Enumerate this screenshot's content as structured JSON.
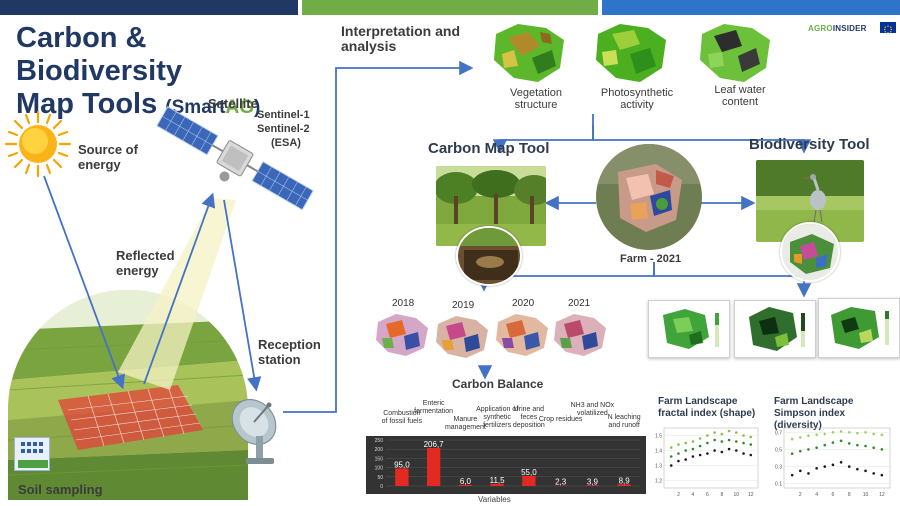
{
  "brand": {
    "colors": {
      "navy": "#203864",
      "green": "#70ad47",
      "blue": "#4472c4",
      "arrow": "#4472c4",
      "bar": "#e32a22"
    }
  },
  "header": {
    "title_line1": "Carbon & Biodiversity",
    "title_line2": "Map Tools",
    "title_suffix_prefix": "(Smart",
    "title_suffix_accent": "AG",
    "title_suffix_close": ")",
    "logo": {
      "text_prefix": "AGRO",
      "text_main": "INSIDER",
      "flag_icon": "eu-flag-icon"
    }
  },
  "left": {
    "sun_label": "Source of energy",
    "satellite_label": "Satellite",
    "sentinel_lines": [
      "Sentinel-1",
      "Sentinel-2",
      "(ESA)"
    ],
    "reflected_label": "Reflected energy",
    "reception_label": "Reception station",
    "soil_label": "Soil sampling"
  },
  "analysis": {
    "title": "Interpretation and analysis",
    "maps": [
      {
        "label": "Vegetation structure"
      },
      {
        "label": "Photosynthetic activity"
      },
      {
        "label": "Leaf water content"
      }
    ]
  },
  "carbon_tool": {
    "title": "Carbon Map Tool"
  },
  "biodiversity_tool": {
    "title": "Biodiversity Tool"
  },
  "farm": {
    "label": "Farm - 2021"
  },
  "carbon_balance": {
    "title": "Carbon Balance",
    "years": [
      "2018",
      "2019",
      "2020",
      "2021"
    ]
  },
  "chart_data": [
    {
      "type": "bar",
      "title": "",
      "xlabel": "Variables",
      "ylabel": "",
      "ylim": [
        0,
        250
      ],
      "yticks": [
        "0",
        "50",
        "100",
        "150",
        "200",
        "250"
      ],
      "categories": [
        "Combustion of fossil fuels",
        "Enteric fermentation",
        "Manure management",
        "Application of synthetic fertilizers",
        "Urine and feces deposition",
        "Crop residues",
        "NH3 and NOx volatilized",
        "N leaching and runoff"
      ],
      "values": [
        95.0,
        206.7,
        6.0,
        11.5,
        55.0,
        2.3,
        3.9,
        8.9
      ],
      "value_labels": [
        "95,0",
        "206,7",
        "6,0",
        "11,5",
        "55,0",
        "2,3",
        "3,9",
        "8,9"
      ]
    },
    {
      "type": "scatter",
      "title": "Farm Landscape fractal index (shape)",
      "xticks": [
        "2",
        "4",
        "6",
        "8",
        "10",
        "12"
      ],
      "yticks": [
        "1.2",
        "1.3",
        "1.4",
        "1.5"
      ],
      "x": [
        1,
        1,
        1,
        2,
        2,
        2,
        3,
        3,
        3,
        4,
        4,
        4,
        5,
        5,
        5,
        6,
        6,
        6,
        7,
        7,
        7,
        8,
        8,
        8,
        9,
        9,
        9,
        10,
        10,
        10,
        11,
        11,
        11,
        12,
        12,
        12
      ],
      "y": [
        1.42,
        1.36,
        1.3,
        1.44,
        1.38,
        1.33,
        1.45,
        1.4,
        1.34,
        1.46,
        1.41,
        1.36,
        1.48,
        1.43,
        1.37,
        1.5,
        1.45,
        1.38,
        1.52,
        1.47,
        1.4,
        1.51,
        1.46,
        1.39,
        1.53,
        1.47,
        1.41,
        1.52,
        1.46,
        1.4,
        1.5,
        1.45,
        1.38,
        1.49,
        1.44,
        1.37
      ]
    },
    {
      "type": "scatter",
      "title": "Farm Landscape Simpson index (diversity)",
      "xticks": [
        "2",
        "4",
        "6",
        "8",
        "10",
        "12"
      ],
      "yticks": [
        "0.1",
        "0.3",
        "0.5",
        "0.7"
      ],
      "x": [
        1,
        1,
        1,
        2,
        2,
        2,
        3,
        3,
        3,
        4,
        4,
        4,
        5,
        5,
        5,
        6,
        6,
        6,
        7,
        7,
        7,
        8,
        8,
        8,
        9,
        9,
        9,
        10,
        10,
        10,
        11,
        11,
        11,
        12,
        12,
        12
      ],
      "y": [
        0.62,
        0.45,
        0.2,
        0.64,
        0.48,
        0.25,
        0.66,
        0.5,
        0.22,
        0.67,
        0.52,
        0.28,
        0.68,
        0.55,
        0.3,
        0.7,
        0.58,
        0.32,
        0.71,
        0.6,
        0.35,
        0.7,
        0.57,
        0.3,
        0.69,
        0.55,
        0.27,
        0.7,
        0.54,
        0.25,
        0.68,
        0.52,
        0.22,
        0.67,
        0.5,
        0.2
      ]
    }
  ]
}
